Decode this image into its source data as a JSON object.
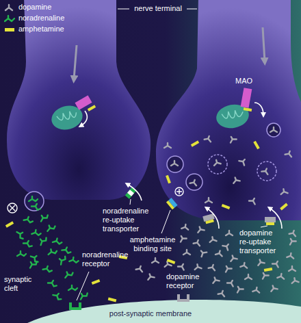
{
  "diagram": {
    "nodes": [
      {
        "text": [
          "post-synaptic membrane"
        ]
      }
    ],
    "labels": [
      "nerve terminal",
      "MAO",
      "noradrenaline re-uptake transporter",
      "dopamine re-uptake transporter",
      "amphetamine binding site",
      "noradrenaline receptor",
      "dopamine receptor",
      "synaptic cleft"
    ],
    "legend": [
      {
        "text": "dopamine",
        "color": "#a9a9b2"
      },
      {
        "text": "noradrenaline",
        "color": "#23b34e"
      },
      {
        "text": "amphetamine",
        "color": "#e3e23a"
      }
    ]
  }
}
